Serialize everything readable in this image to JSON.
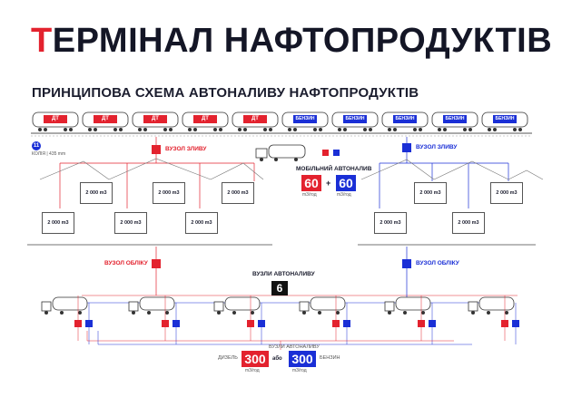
{
  "title": {
    "first_letter": "Т",
    "rest": "ЕРМІНАЛ НАФТОПРОДУКТІВ"
  },
  "subtitle": "ПРИНЦИПОВА СХЕМА АВТОНАЛИВУ НАФТОПРОДУКТІВ",
  "wagons": [
    "ДТ",
    "ДТ",
    "ДТ",
    "ДТ",
    "ДТ",
    "БЕНЗИН",
    "БЕНЗИН",
    "БЕНЗИН",
    "БЕНЗИН",
    "БЕНЗИН"
  ],
  "track": {
    "count": "11",
    "caption": "КОЛІЯ | 435 mm"
  },
  "node_drain_left": "ВУЗОЛ ЗЛИВУ",
  "node_drain_right": "ВУЗОЛ ЗЛИВУ",
  "mobile": {
    "title": "МОБІЛЬНИЙ АВТОНАЛИВ",
    "left_value": "60",
    "right_value": "60",
    "plus": "+",
    "left_unit": "m3/год",
    "right_unit": "m3/год"
  },
  "tank_label": "2 000 m3",
  "node_meter_left": "ВУЗОЛ ОБЛІКУ",
  "node_meter_right": "ВУЗОЛ ОБЛІКУ",
  "loading_nodes": {
    "title": "ВУЗЛИ АВТОНАЛИВУ",
    "count": "6"
  },
  "bottom": {
    "title": "ВУЗЛИ АВТОНАЛИВУ",
    "diesel_label": "ДИЗЕЛЬ",
    "diesel_value": "300",
    "or": "або",
    "petrol_value": "300",
    "petrol_label": "БЕНЗИН",
    "unit_left": "m3/год",
    "unit_right": "m3/год"
  },
  "colors": {
    "red": "#e3222e",
    "blue": "#1a2fd6",
    "dark": "#1b1d2e"
  }
}
